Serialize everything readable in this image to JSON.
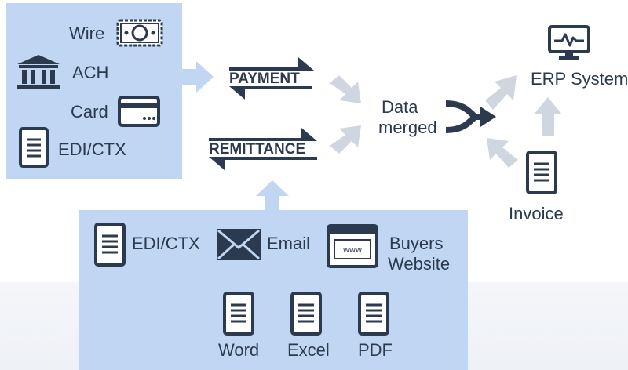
{
  "colors": {
    "panel": "#c0d6f2",
    "dark": "#2b3a4e",
    "arrow_gray": "#cfd6df",
    "arrow_blue": "#c0d6f2",
    "icon_fill": "#ffffff"
  },
  "payment_methods": {
    "wire": {
      "label": "Wire",
      "icon": "cash-icon"
    },
    "ach": {
      "label": "ACH",
      "icon": "bank-icon"
    },
    "card": {
      "label": "Card",
      "icon": "credit-card-icon"
    },
    "edi": {
      "label": "EDI/CTX",
      "icon": "document-icon"
    }
  },
  "flows": {
    "payment": "PAYMENT",
    "remittance": "REMITTANCE"
  },
  "merge": {
    "line1": "Data",
    "line2": "merged"
  },
  "erp": {
    "label": "ERP System",
    "icon": "monitor-icon"
  },
  "invoice": {
    "label": "Invoice",
    "icon": "document-icon"
  },
  "remittance_sources": {
    "edi": {
      "label": "EDI/CTX",
      "icon": "document-icon"
    },
    "email": {
      "label": "Email",
      "icon": "envelope-icon"
    },
    "website": {
      "line1": "Buyers",
      "line2": "Website",
      "icon": "browser-icon",
      "icon_text": "www"
    },
    "word": {
      "label": "Word",
      "icon": "document-icon"
    },
    "excel": {
      "label": "Excel",
      "icon": "document-icon"
    },
    "pdf": {
      "label": "PDF",
      "icon": "document-icon"
    }
  }
}
